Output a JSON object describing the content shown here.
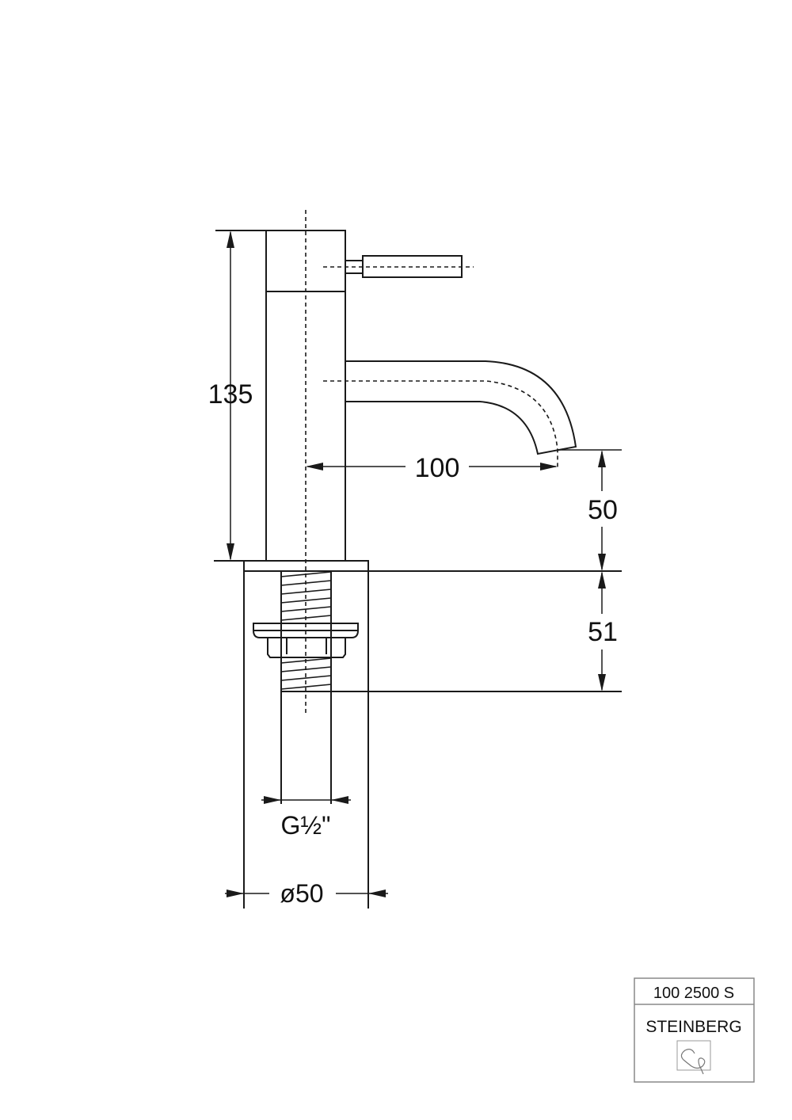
{
  "dimensions": {
    "height": "135",
    "spout_reach": "100",
    "spout_clearance": "50",
    "mounting_depth": "51",
    "thread": "G½\"",
    "diameter": "ø50"
  },
  "title_block": {
    "article_number": "100 2500 S",
    "brand": "STEINBERG",
    "logo_icon": "steinberg-swirl-logo"
  },
  "colors": {
    "line": "#1a1a1a",
    "title_block_border": "#888888"
  }
}
